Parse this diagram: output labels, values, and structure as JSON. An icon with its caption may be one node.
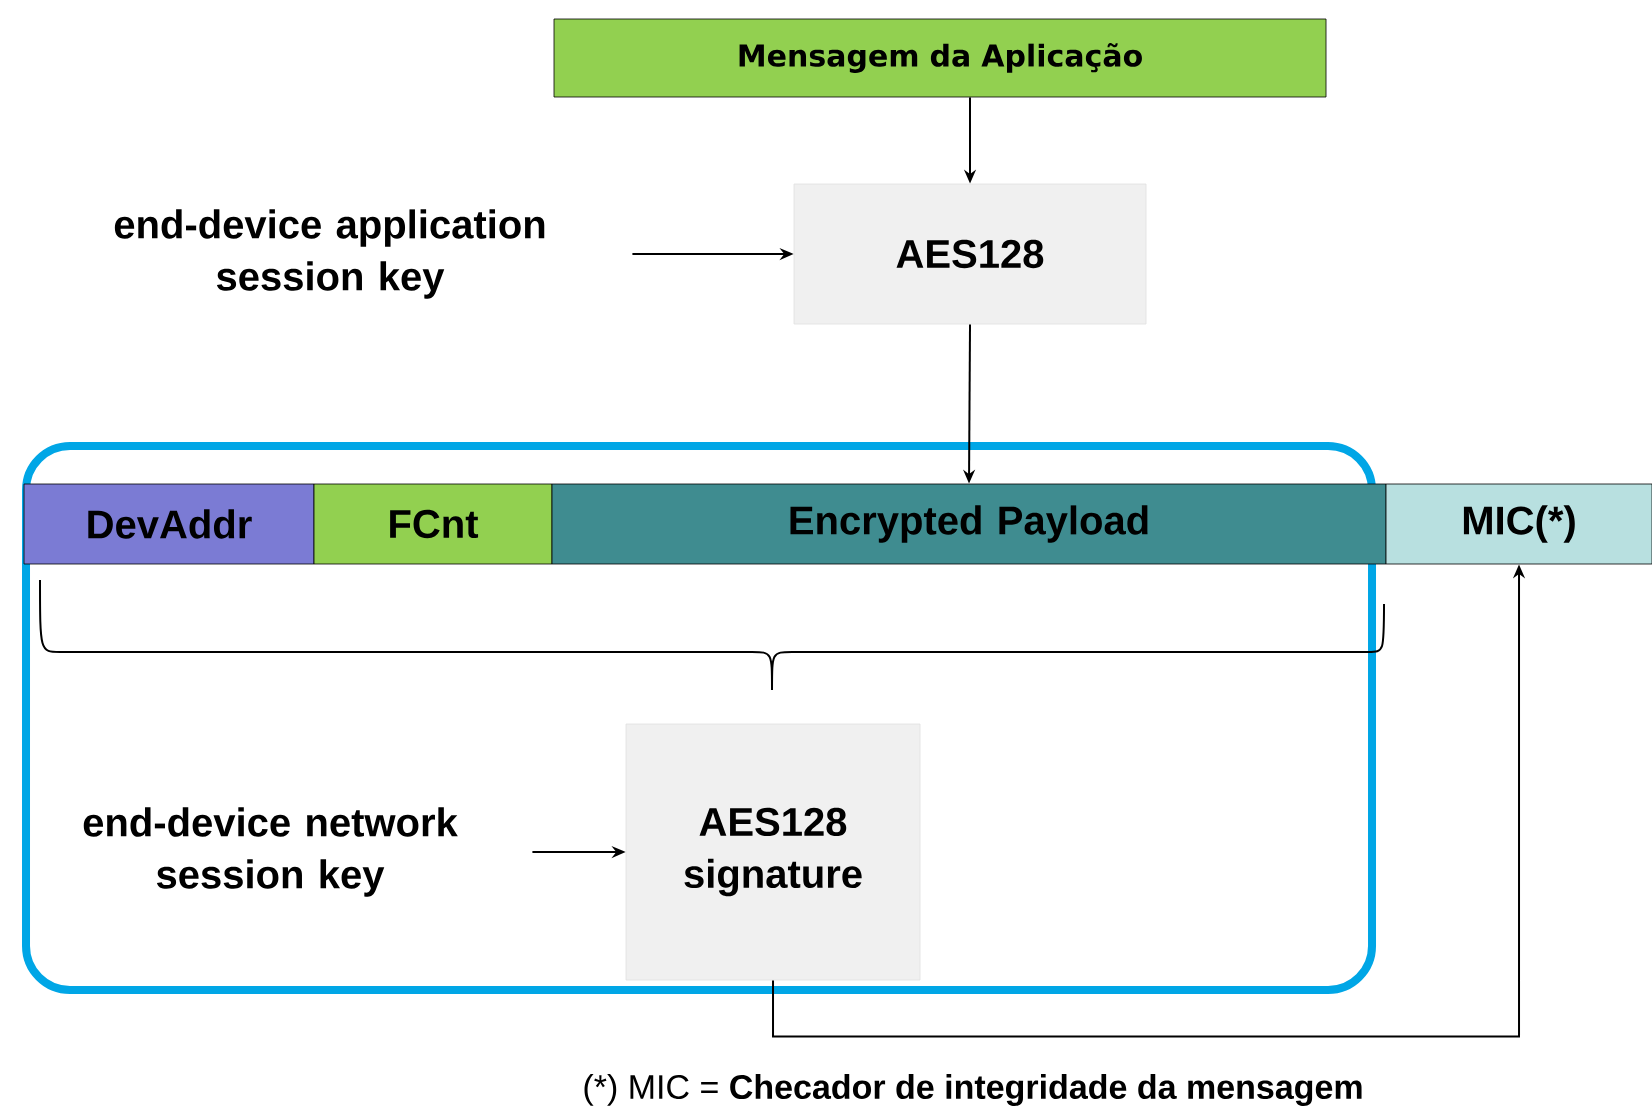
{
  "diagram": {
    "nodes": [
      {
        "text": [
          "Mensagem da Aplicação"
        ]
      },
      {
        "text": [
          "end-device application session key"
        ]
      },
      {
        "text": [
          "AES128"
        ]
      },
      {
        "text": [
          "DevAddr"
        ]
      },
      {
        "text": [
          "FCnt"
        ]
      },
      {
        "text": [
          "Encrypted Payload"
        ]
      },
      {
        "text": [
          "MIC(*)"
        ]
      },
      {
        "text": [
          "end-device network session key"
        ]
      },
      {
        "text": [
          "AES128 signature"
        ]
      }
    ],
    "edges": [
      {
        "from": 0,
        "to": 2,
        "arrow": "to"
      },
      {
        "from": 1,
        "to": 2,
        "arrow": "to"
      },
      {
        "from": 2,
        "to": 5,
        "arrow": "to"
      },
      {
        "from": 7,
        "to": 8,
        "arrow": "to"
      },
      {
        "from": 8,
        "to": 6,
        "arrow": "to"
      }
    ],
    "labels": [
      "(*) MIC = **Checador de integridade da mensagem**"
    ]
  }
}
